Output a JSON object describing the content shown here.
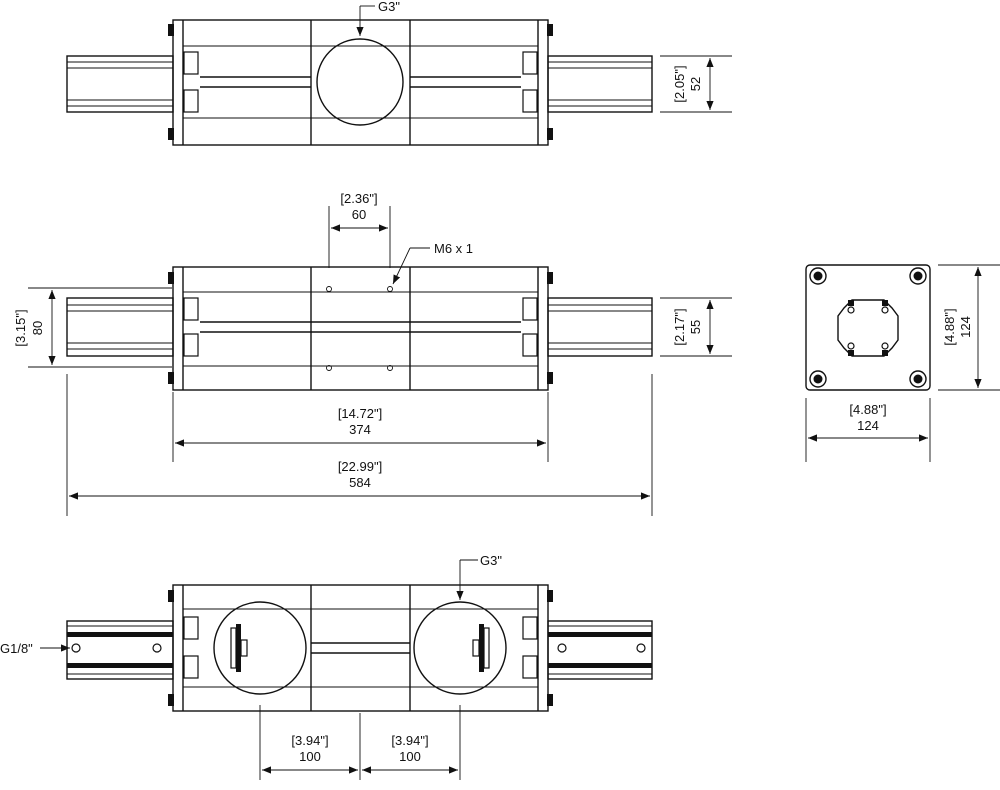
{
  "top_view": {
    "port_label": "G3\"",
    "height_inch": "[2.05\"]",
    "height_mm": "52"
  },
  "front_view": {
    "hole_spacing_inch": "[2.36\"]",
    "hole_spacing_mm": "60",
    "thread_label": "M6 x 1",
    "overall_height_inch": "[3.15\"]",
    "overall_height_mm": "80",
    "rail_height_inch": "[2.17\"]",
    "rail_height_mm": "55",
    "body_length_inch": "[14.72\"]",
    "body_length_mm": "374",
    "total_length_inch": "[22.99\"]",
    "total_length_mm": "584"
  },
  "end_view": {
    "height_inch": "[4.88\"]",
    "height_mm": "124",
    "width_inch": "[4.88\"]",
    "width_mm": "124"
  },
  "bottom_view": {
    "port_label": "G3\"",
    "side_port_label": "G1/8\"",
    "spacing_left_inch": "[3.94\"]",
    "spacing_left_mm": "100",
    "spacing_right_inch": "[3.94\"]",
    "spacing_right_mm": "100"
  }
}
